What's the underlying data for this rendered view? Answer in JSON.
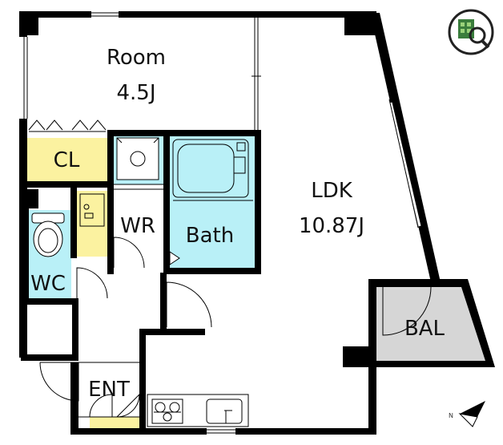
{
  "rooms": {
    "room": {
      "name": "Room",
      "size": "4.5J"
    },
    "ldk": {
      "name": "LDK",
      "size": "10.87J"
    },
    "cl": {
      "name": "CL"
    },
    "wr": {
      "name": "WR"
    },
    "bath": {
      "name": "Bath"
    },
    "wc": {
      "name": "WC"
    },
    "bal": {
      "name": "BAL"
    },
    "ent": {
      "name": "ENT"
    }
  },
  "colors": {
    "wall": "#000000",
    "closet": "#fbf2a0",
    "water": "#b9f0f7",
    "balcony": "#d6d6d6"
  },
  "compass": {
    "label": "N"
  }
}
